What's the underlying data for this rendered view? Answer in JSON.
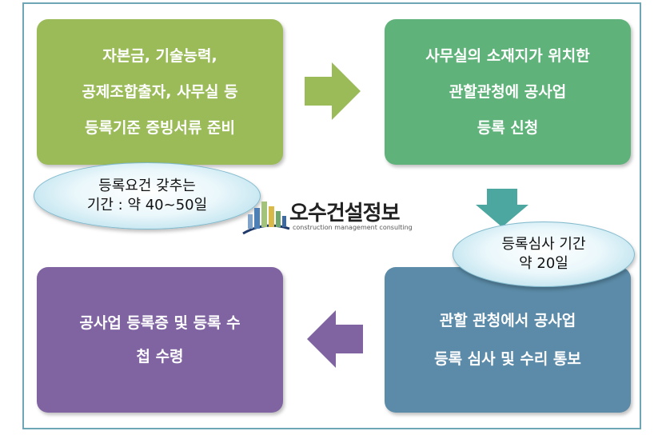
{
  "steps": [
    {
      "lines": [
        "자본금, 기술능력,",
        "공제조합출자, 사무실 등",
        "등록기준 증빙서류 준비"
      ],
      "color": "#9bbb59"
    },
    {
      "lines": [
        "사무실의 소재지가 위치한",
        "관할관청에 공사업",
        "등록 신청"
      ],
      "color": "#5fb37a"
    },
    {
      "lines": [
        "관할 관청에서 공사업",
        "등록 심사 및 수리 통보"
      ],
      "color": "#5b8ba8"
    },
    {
      "lines": [
        "공사업 등록증 및 등록 수",
        "첩 수령"
      ],
      "color": "#8064a2"
    }
  ],
  "notes": [
    {
      "lines": [
        "등록요건 갖추는",
        "기간 : 약 40~50일"
      ]
    },
    {
      "lines": [
        "등록심사 기간",
        "약 20일"
      ]
    }
  ],
  "logo": {
    "title": "오수건설정보",
    "subtitle": "construction management consulting"
  },
  "colors": {
    "arrow_right": "#9bbb59",
    "arrow_down": "#4ba7a0",
    "arrow_left": "#8064a2",
    "frame": "#6fa6b5"
  }
}
